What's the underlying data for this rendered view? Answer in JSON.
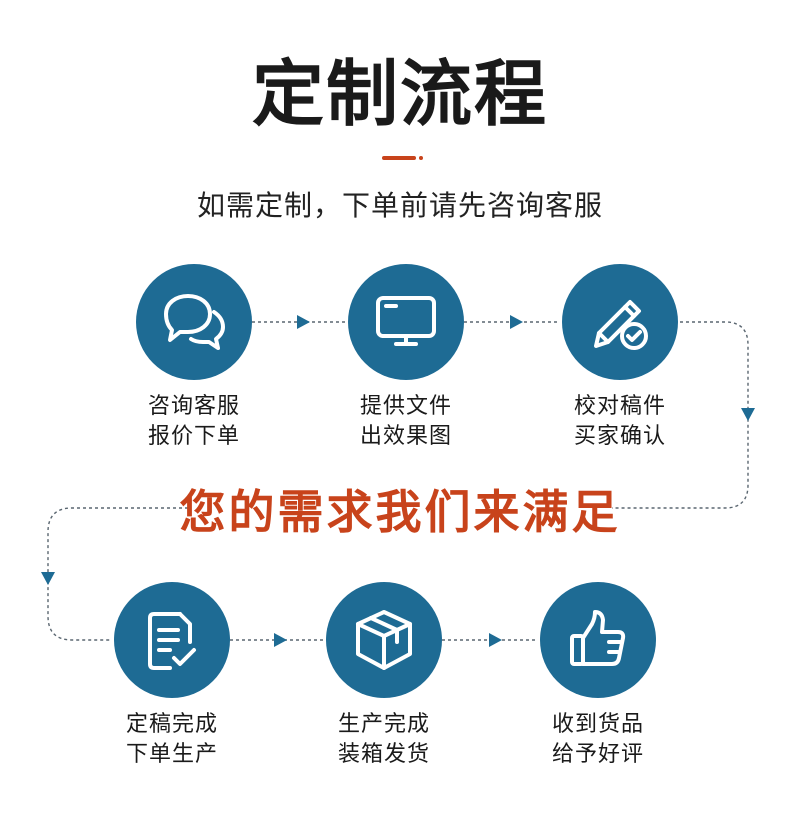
{
  "header": {
    "title": "定制流程",
    "subtitle": "如需定制，下单前请先咨询客服"
  },
  "slogan": "您的需求我们来满足",
  "colors": {
    "primary": "#1e6b94",
    "accent": "#c8431b",
    "text": "#1a1a1a"
  },
  "steps": [
    {
      "icon": "chat-bubbles-icon",
      "line1": "咨询客服",
      "line2": "报价下单"
    },
    {
      "icon": "monitor-icon",
      "line1": "提供文件",
      "line2": "出效果图"
    },
    {
      "icon": "pencil-check-icon",
      "line1": "校对稿件",
      "line2": "买家确认"
    },
    {
      "icon": "document-check-icon",
      "line1": "定稿完成",
      "line2": "下单生产"
    },
    {
      "icon": "package-box-icon",
      "line1": "生产完成",
      "line2": "装箱发货"
    },
    {
      "icon": "thumbs-up-icon",
      "line1": "收到货品",
      "line2": "给予好评"
    }
  ]
}
